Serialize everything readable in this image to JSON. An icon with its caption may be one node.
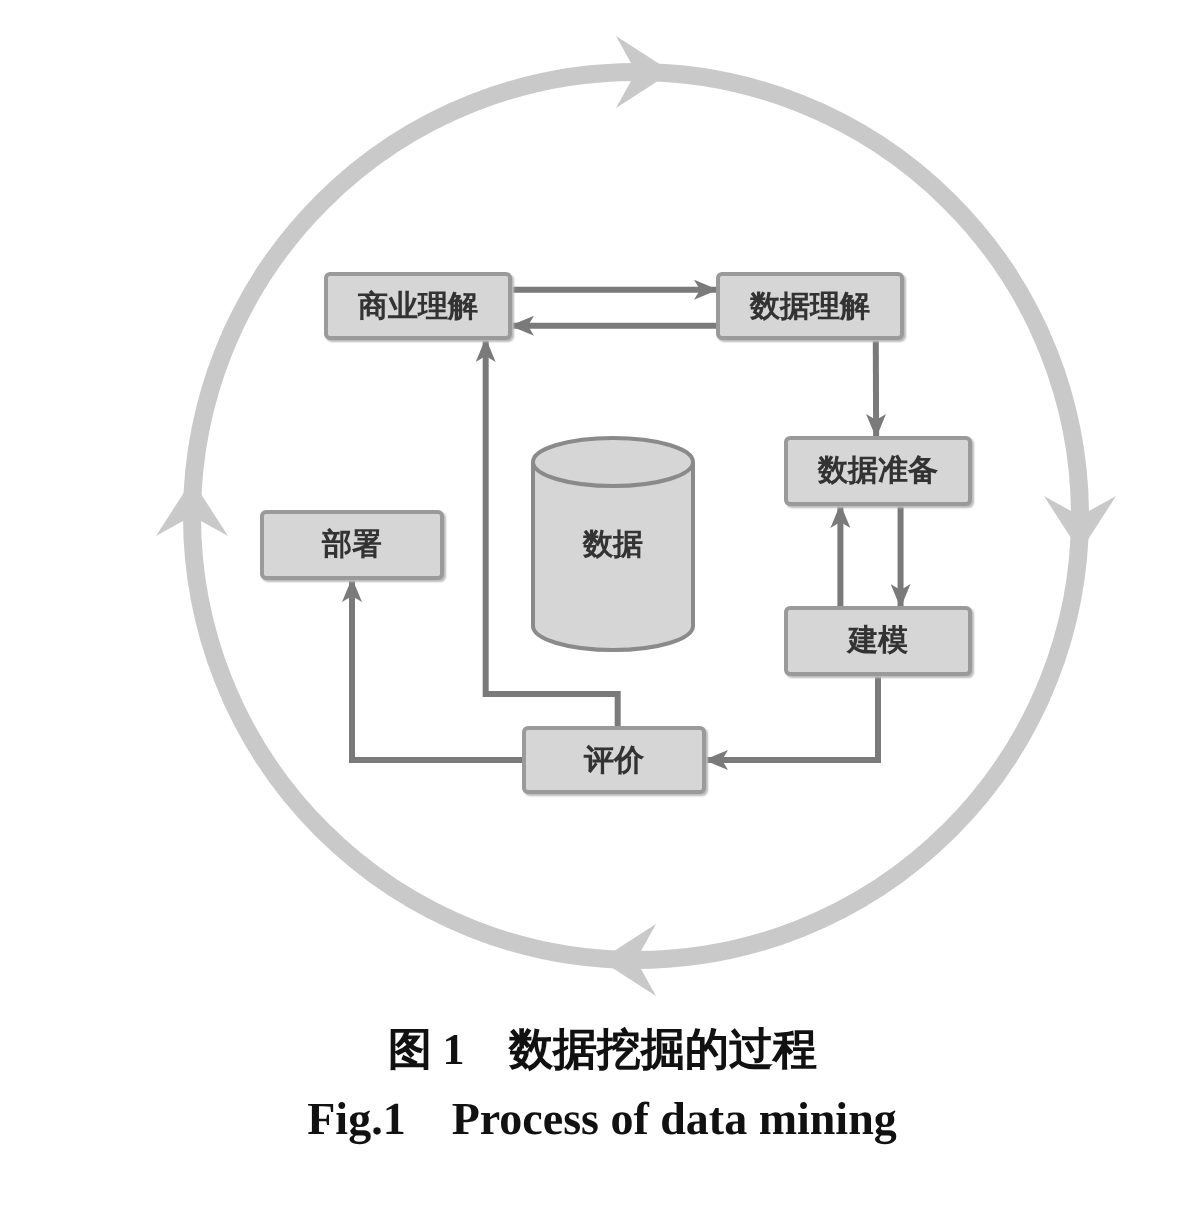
{
  "diagram": {
    "caption": "图 1　数据挖掘的过程",
    "nodes": [
      {
        "text": [
          "商业理解"
        ]
      },
      {
        "text": [
          "数据理解"
        ]
      },
      {
        "text": [
          "数据准备"
        ]
      },
      {
        "text": [
          "部署"
        ]
      },
      {
        "text": [
          "数据"
        ]
      },
      {
        "text": [
          "建模"
        ]
      },
      {
        "text": [
          "评价"
        ]
      }
    ],
    "edges": [
      {
        "from": 0,
        "to": 1,
        "arrow": "to"
      },
      {
        "from": 1,
        "to": 0,
        "arrow": "to"
      },
      {
        "from": 1,
        "to": 2,
        "arrow": "to"
      },
      {
        "from": 2,
        "to": 5,
        "arrow": "to"
      },
      {
        "from": 5,
        "to": 2,
        "arrow": "to"
      },
      {
        "from": 5,
        "to": 6,
        "arrow": "to"
      },
      {
        "from": 6,
        "to": 0,
        "arrow": "to"
      },
      {
        "from": 6,
        "to": 3,
        "arrow": "to"
      }
    ],
    "labels": [
      "Fig.1　Process of data mining"
    ]
  }
}
